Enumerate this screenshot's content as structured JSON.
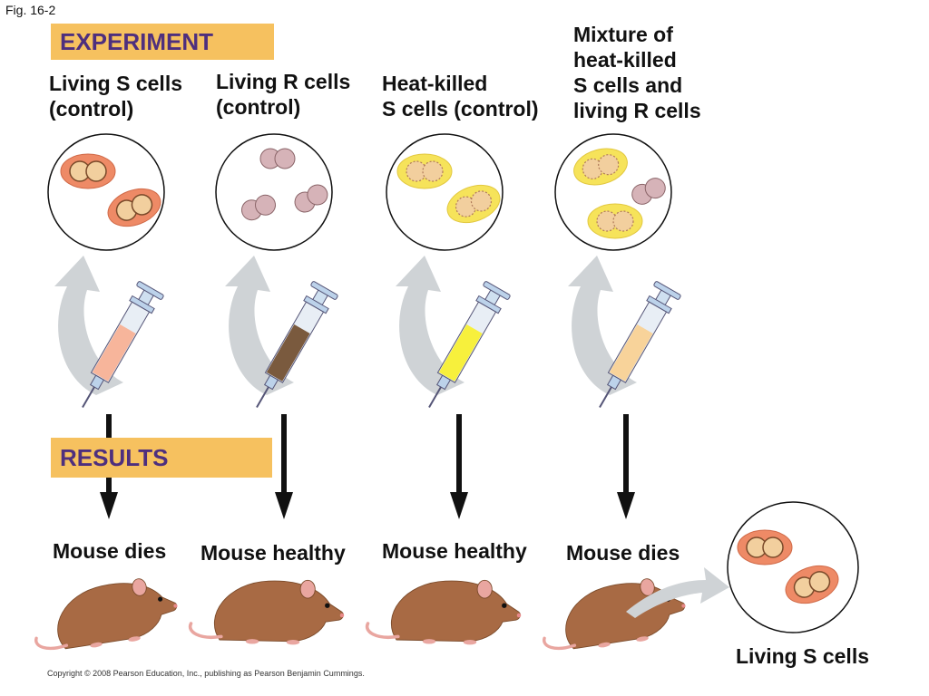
{
  "figure_label": "Fig. 16-2",
  "experiment_title": "EXPERIMENT",
  "results_title": "RESULTS",
  "conditions": [
    {
      "label": "Living S cells\n(control)",
      "result": "Mouse dies",
      "fluid_color": "#f7b59b"
    },
    {
      "label": "Living R cells\n(control)",
      "result": "Mouse healthy",
      "fluid_color": "#7a5a3e"
    },
    {
      "label": "Heat-killed\nS cells (control)",
      "result": "Mouse healthy",
      "fluid_color": "#f7f03c"
    },
    {
      "label": "Mixture of\nheat-killed\nS cells and\nliving R cells",
      "result": "Mouse dies",
      "fluid_color": "#f8d39a"
    }
  ],
  "recovered_label": "Living S cells",
  "copyright": "Copyright © 2008 Pearson Education, Inc., publishing as Pearson Benjamin Cummings.",
  "colors": {
    "banner": "#f6c15f",
    "banner_text": "#4e2f7e",
    "s_capsule": "#ee8a66",
    "r_cell": "#d6b3b8",
    "heat_killed_capsule": "#f6e35a",
    "mouse_fur": "#a86a44"
  }
}
